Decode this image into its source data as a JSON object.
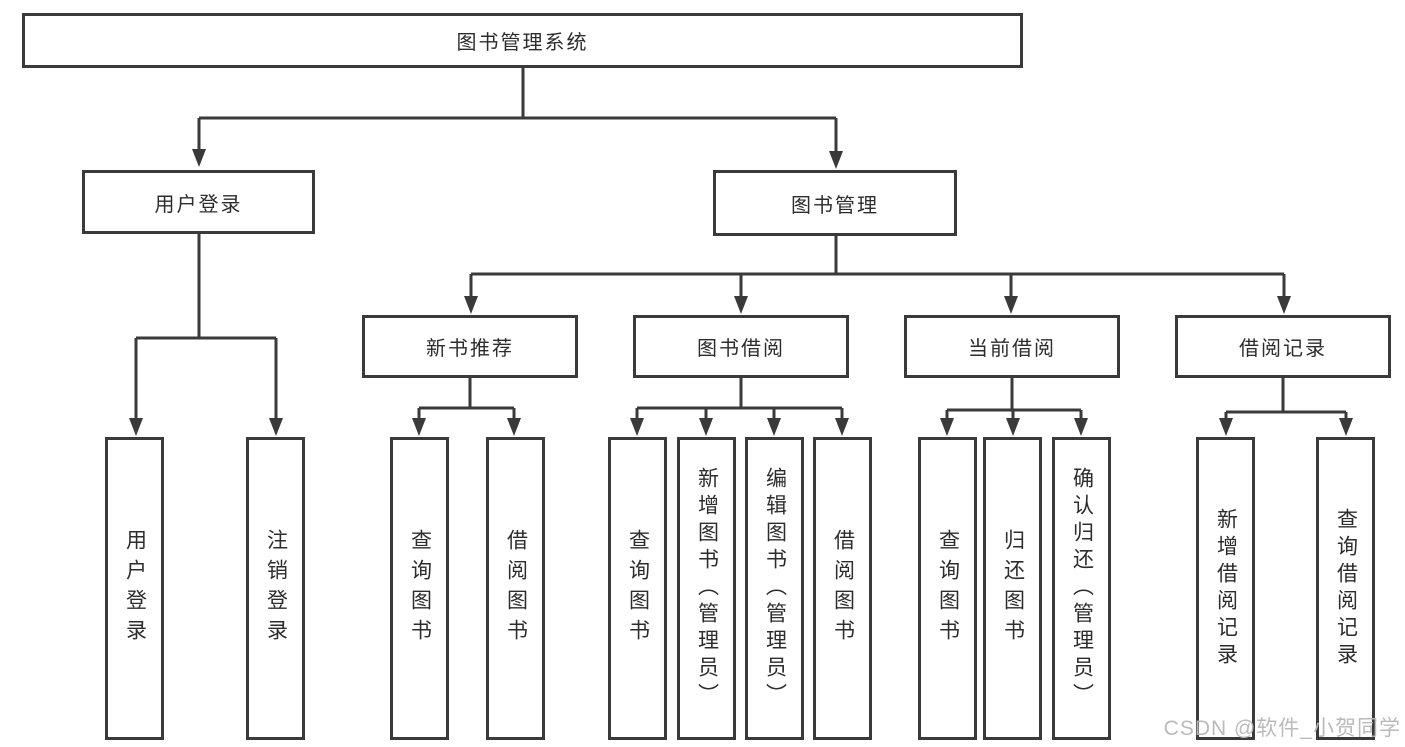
{
  "diagram": {
    "line_color": "#3a3a3a",
    "nodes": {
      "root": "图书管理系统",
      "user_login": "用户登录",
      "book_mgmt": "图书管理",
      "new_book_rec": "新书推荐",
      "book_borrow": "图书借阅",
      "current_borrow": "当前借阅",
      "borrow_records": "借阅记录",
      "leaf_user_login": "用户登录",
      "leaf_logout": "注销登录",
      "leaf_nbr_query": "查询图书",
      "leaf_nbr_borrow": "借阅图书",
      "leaf_bb_query": "查询图书",
      "leaf_bb_add": "新增图书（管理员）",
      "leaf_bb_edit": "编辑图书（管理员）",
      "leaf_bb_borrow": "借阅图书",
      "leaf_cb_query": "查询图书",
      "leaf_cb_return": "归还图书",
      "leaf_cb_confirm": "确认归还（管理员）",
      "leaf_br_add": "新增借阅记录",
      "leaf_br_query": "查询借阅记录"
    },
    "hierarchy": {
      "图书管理系统": {
        "用户登录": [
          "用户登录",
          "注销登录"
        ],
        "图书管理": {
          "新书推荐": [
            "查询图书",
            "借阅图书"
          ],
          "图书借阅": [
            "查询图书",
            "新增图书（管理员）",
            "编辑图书（管理员）",
            "借阅图书"
          ],
          "当前借阅": [
            "查询图书",
            "归还图书",
            "确认归还（管理员）"
          ],
          "借阅记录": [
            "新增借阅记录",
            "查询借阅记录"
          ]
        }
      }
    },
    "watermark": "CSDN @软件_小贺同学"
  }
}
